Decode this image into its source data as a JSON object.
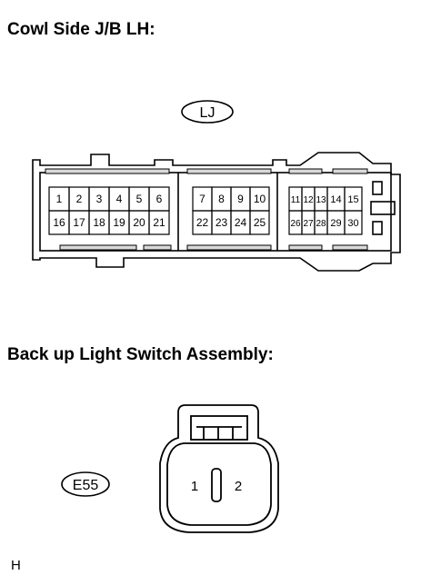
{
  "headings": {
    "cowl_side": "Cowl Side J/B LH:",
    "backup_switch": "Back up Light Switch Assembly:"
  },
  "connectors": {
    "lj": {
      "code": "LJ",
      "pins": [
        "1",
        "2",
        "3",
        "4",
        "5",
        "6",
        "7",
        "8",
        "9",
        "10",
        "11",
        "12",
        "13",
        "14",
        "15",
        "16",
        "17",
        "18",
        "19",
        "20",
        "21",
        "22",
        "23",
        "24",
        "25",
        "26",
        "27",
        "28",
        "29",
        "30"
      ]
    },
    "e55": {
      "code": "E55",
      "pins": [
        "1",
        "2"
      ]
    }
  },
  "footer_note": "H"
}
